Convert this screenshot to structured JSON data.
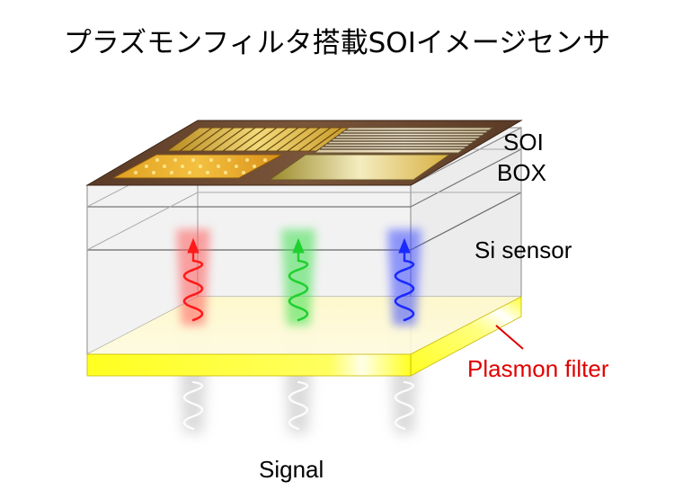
{
  "title": "プラズモンフィルタ搭載SOIイメージセンサ",
  "labels": {
    "soi": "SOI",
    "box": "BOX",
    "si_sensor": "Si sensor",
    "plasmon_filter": "Plasmon filter",
    "signal": "Signal"
  },
  "colors": {
    "red_beam": "#ff2a2a",
    "green_beam": "#22dd33",
    "blue_beam": "#2233ff",
    "filter_yellow": "#ffff00",
    "plasmon_label": "#e00000"
  }
}
